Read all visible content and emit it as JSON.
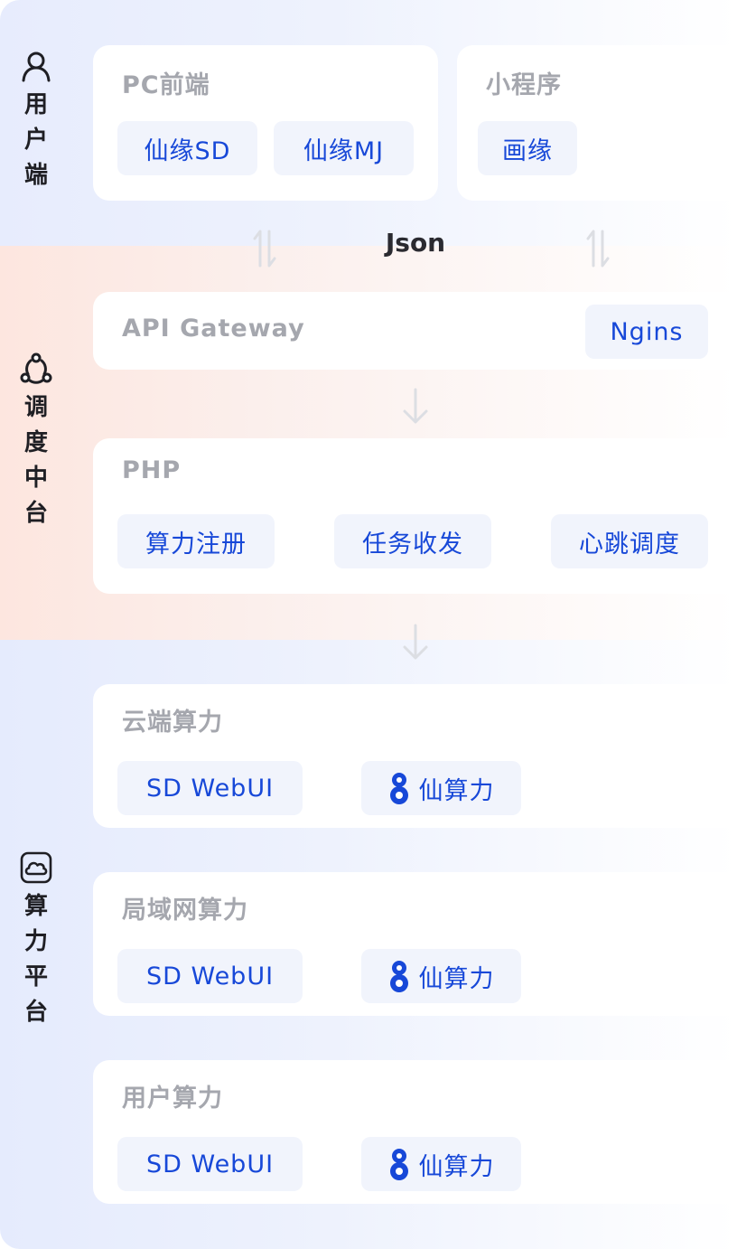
{
  "layers": {
    "user": {
      "label": [
        "用",
        "户",
        "端"
      ]
    },
    "scheduler": {
      "label": [
        "调",
        "度",
        "中",
        "台"
      ]
    },
    "compute": {
      "label": [
        "算",
        "力",
        "平",
        "台"
      ]
    }
  },
  "user_cards": {
    "pc": {
      "title": "PC前端",
      "chips": [
        "仙缘SD",
        "仙缘MJ"
      ]
    },
    "mini": {
      "title": "小程序",
      "chips": [
        "画缘"
      ]
    }
  },
  "connector_label": "Json",
  "gateway": {
    "title": "API Gateway",
    "chip": "Ngins"
  },
  "php": {
    "title": "PHP",
    "chips": [
      "算力注册",
      "任务收发",
      "心跳调度"
    ]
  },
  "compute_cards": [
    {
      "title": "云端算力",
      "chips": [
        "SD WebUI",
        "仙算力"
      ]
    },
    {
      "title": "局域网算力",
      "chips": [
        "SD WebUI",
        "仙算力"
      ]
    },
    {
      "title": "用户算力",
      "chips": [
        "SD WebUI",
        "仙算力"
      ]
    }
  ],
  "colors": {
    "accent": "#1748d8",
    "chip_bg": "#f1f4fc",
    "title_gray": "#a5a7ae",
    "arrow_gray": "#dcdee3"
  },
  "icons": {
    "user": "user-icon",
    "scheduler": "network-nodes-icon",
    "compute": "cloud-icon",
    "brand": "xian-logo-icon"
  }
}
